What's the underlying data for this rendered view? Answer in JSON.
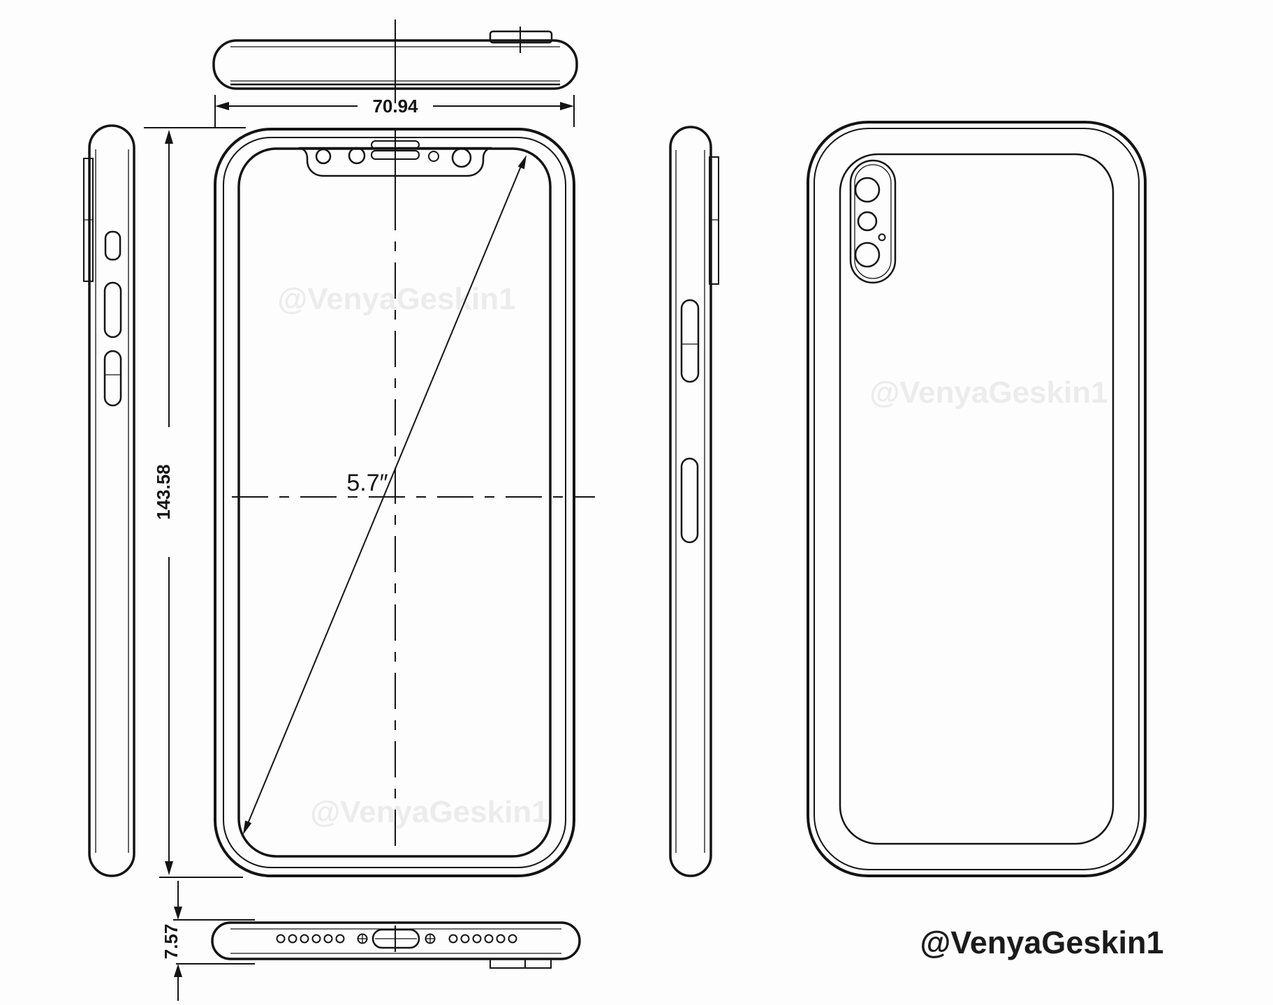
{
  "drawing": {
    "title": "iphone-technical-schematic",
    "dimensions": {
      "width_mm": "70.94",
      "height_mm": "143.58",
      "thickness_mm": "7.57",
      "screen_diagonal": "5.7″"
    },
    "watermark": {
      "text": "@VenyaGeskin1",
      "color": "#ececec"
    },
    "signature": {
      "text": "@VenyaGeskin1",
      "color": "#1b1b1b"
    },
    "colors": {
      "line": "#141414",
      "background": "#fdfdfd"
    }
  }
}
